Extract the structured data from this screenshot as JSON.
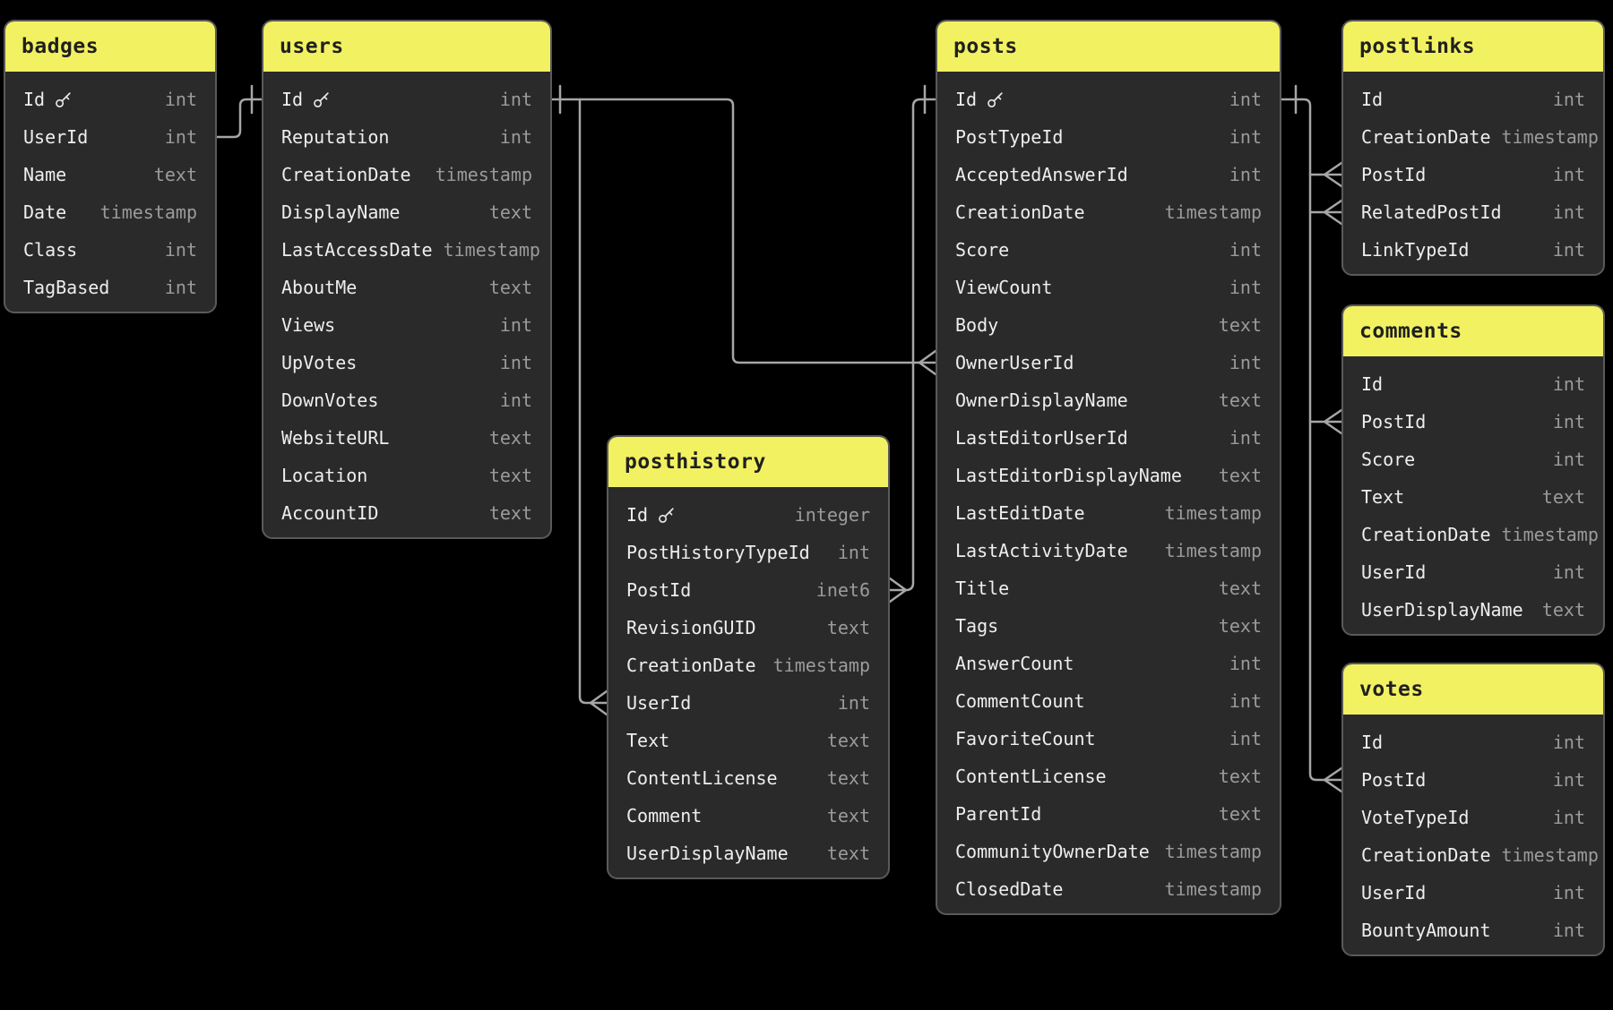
{
  "diagram": {
    "colors": {
      "background": "#000000",
      "table_header": "#f2f162",
      "table_body": "#2a2a2a",
      "table_border": "#5a5a5a",
      "relation_line": "#a6a6a6",
      "column_text": "#eeeeee",
      "type_text": "#9b9b9b",
      "title_text": "#202020"
    },
    "tables": [
      {
        "name": "badges",
        "columns": [
          {
            "name": "Id",
            "type": "int",
            "key": true
          },
          {
            "name": "UserId",
            "type": "int"
          },
          {
            "name": "Name",
            "type": "text"
          },
          {
            "name": "Date",
            "type": "timestamp"
          },
          {
            "name": "Class",
            "type": "int"
          },
          {
            "name": "TagBased",
            "type": "int"
          }
        ]
      },
      {
        "name": "users",
        "columns": [
          {
            "name": "Id",
            "type": "int",
            "key": true
          },
          {
            "name": "Reputation",
            "type": "int"
          },
          {
            "name": "CreationDate",
            "type": "timestamp"
          },
          {
            "name": "DisplayName",
            "type": "text"
          },
          {
            "name": "LastAccessDate",
            "type": "timestamp"
          },
          {
            "name": "AboutMe",
            "type": "text"
          },
          {
            "name": "Views",
            "type": "int"
          },
          {
            "name": "UpVotes",
            "type": "int"
          },
          {
            "name": "DownVotes",
            "type": "int"
          },
          {
            "name": "WebsiteURL",
            "type": "text"
          },
          {
            "name": "Location",
            "type": "text"
          },
          {
            "name": "AccountID",
            "type": "text"
          }
        ]
      },
      {
        "name": "posthistory",
        "columns": [
          {
            "name": "Id",
            "type": "integer",
            "key": true
          },
          {
            "name": "PostHistoryTypeId",
            "type": "int"
          },
          {
            "name": "PostId",
            "type": "inet6"
          },
          {
            "name": "RevisionGUID",
            "type": "text"
          },
          {
            "name": "CreationDate",
            "type": "timestamp"
          },
          {
            "name": "UserId",
            "type": "int"
          },
          {
            "name": "Text",
            "type": "text"
          },
          {
            "name": "ContentLicense",
            "type": "text"
          },
          {
            "name": "Comment",
            "type": "text"
          },
          {
            "name": "UserDisplayName",
            "type": "text"
          }
        ]
      },
      {
        "name": "posts",
        "columns": [
          {
            "name": "Id",
            "type": "int",
            "key": true
          },
          {
            "name": "PostTypeId",
            "type": "int"
          },
          {
            "name": "AcceptedAnswerId",
            "type": "int"
          },
          {
            "name": "CreationDate",
            "type": "timestamp"
          },
          {
            "name": "Score",
            "type": "int"
          },
          {
            "name": "ViewCount",
            "type": "int"
          },
          {
            "name": "Body",
            "type": "text"
          },
          {
            "name": "OwnerUserId",
            "type": "int"
          },
          {
            "name": "OwnerDisplayName",
            "type": "text"
          },
          {
            "name": "LastEditorUserId",
            "type": "int"
          },
          {
            "name": "LastEditorDisplayName",
            "type": "text"
          },
          {
            "name": "LastEditDate",
            "type": "timestamp"
          },
          {
            "name": "LastActivityDate",
            "type": "timestamp"
          },
          {
            "name": "Title",
            "type": "text"
          },
          {
            "name": "Tags",
            "type": "text"
          },
          {
            "name": "AnswerCount",
            "type": "int"
          },
          {
            "name": "CommentCount",
            "type": "int"
          },
          {
            "name": "FavoriteCount",
            "type": "int"
          },
          {
            "name": "ContentLicense",
            "type": "text"
          },
          {
            "name": "ParentId",
            "type": "text"
          },
          {
            "name": "CommunityOwnerDate",
            "type": "timestamp"
          },
          {
            "name": "ClosedDate",
            "type": "timestamp"
          }
        ]
      },
      {
        "name": "postlinks",
        "columns": [
          {
            "name": "Id",
            "type": "int"
          },
          {
            "name": "CreationDate",
            "type": "timestamp"
          },
          {
            "name": "PostId",
            "type": "int"
          },
          {
            "name": "RelatedPostId",
            "type": "int"
          },
          {
            "name": "LinkTypeId",
            "type": "int"
          }
        ]
      },
      {
        "name": "comments",
        "columns": [
          {
            "name": "Id",
            "type": "int"
          },
          {
            "name": "PostId",
            "type": "int"
          },
          {
            "name": "Score",
            "type": "int"
          },
          {
            "name": "Text",
            "type": "text"
          },
          {
            "name": "CreationDate",
            "type": "timestamp"
          },
          {
            "name": "UserId",
            "type": "int"
          },
          {
            "name": "UserDisplayName",
            "type": "text"
          }
        ]
      },
      {
        "name": "votes",
        "columns": [
          {
            "name": "Id",
            "type": "int"
          },
          {
            "name": "PostId",
            "type": "int"
          },
          {
            "name": "VoteTypeId",
            "type": "int"
          },
          {
            "name": "CreationDate",
            "type": "timestamp"
          },
          {
            "name": "UserId",
            "type": "int"
          },
          {
            "name": "BountyAmount",
            "type": "int"
          }
        ]
      }
    ],
    "relationships": [
      {
        "from": "badges.UserId",
        "to": "users.Id",
        "to_cardinality": "one"
      },
      {
        "from": "posts.OwnerUserId",
        "from_cardinality": "many",
        "to": "users.Id",
        "to_cardinality": "one"
      },
      {
        "from": "posthistory.UserId",
        "from_cardinality": "many",
        "to": "users.Id",
        "to_cardinality": "one"
      },
      {
        "from": "posthistory.PostId",
        "from_cardinality": "many",
        "to": "posts.Id",
        "to_cardinality": "one"
      },
      {
        "from": "postlinks.PostId",
        "from_cardinality": "many",
        "to": "posts.Id",
        "to_cardinality": "one"
      },
      {
        "from": "postlinks.RelatedPostId",
        "from_cardinality": "many",
        "to": "posts.Id",
        "to_cardinality": "one"
      },
      {
        "from": "comments.PostId",
        "from_cardinality": "many",
        "to": "posts.Id",
        "to_cardinality": "one"
      },
      {
        "from": "votes.PostId",
        "from_cardinality": "many",
        "to": "posts.Id",
        "to_cardinality": "one"
      }
    ]
  }
}
